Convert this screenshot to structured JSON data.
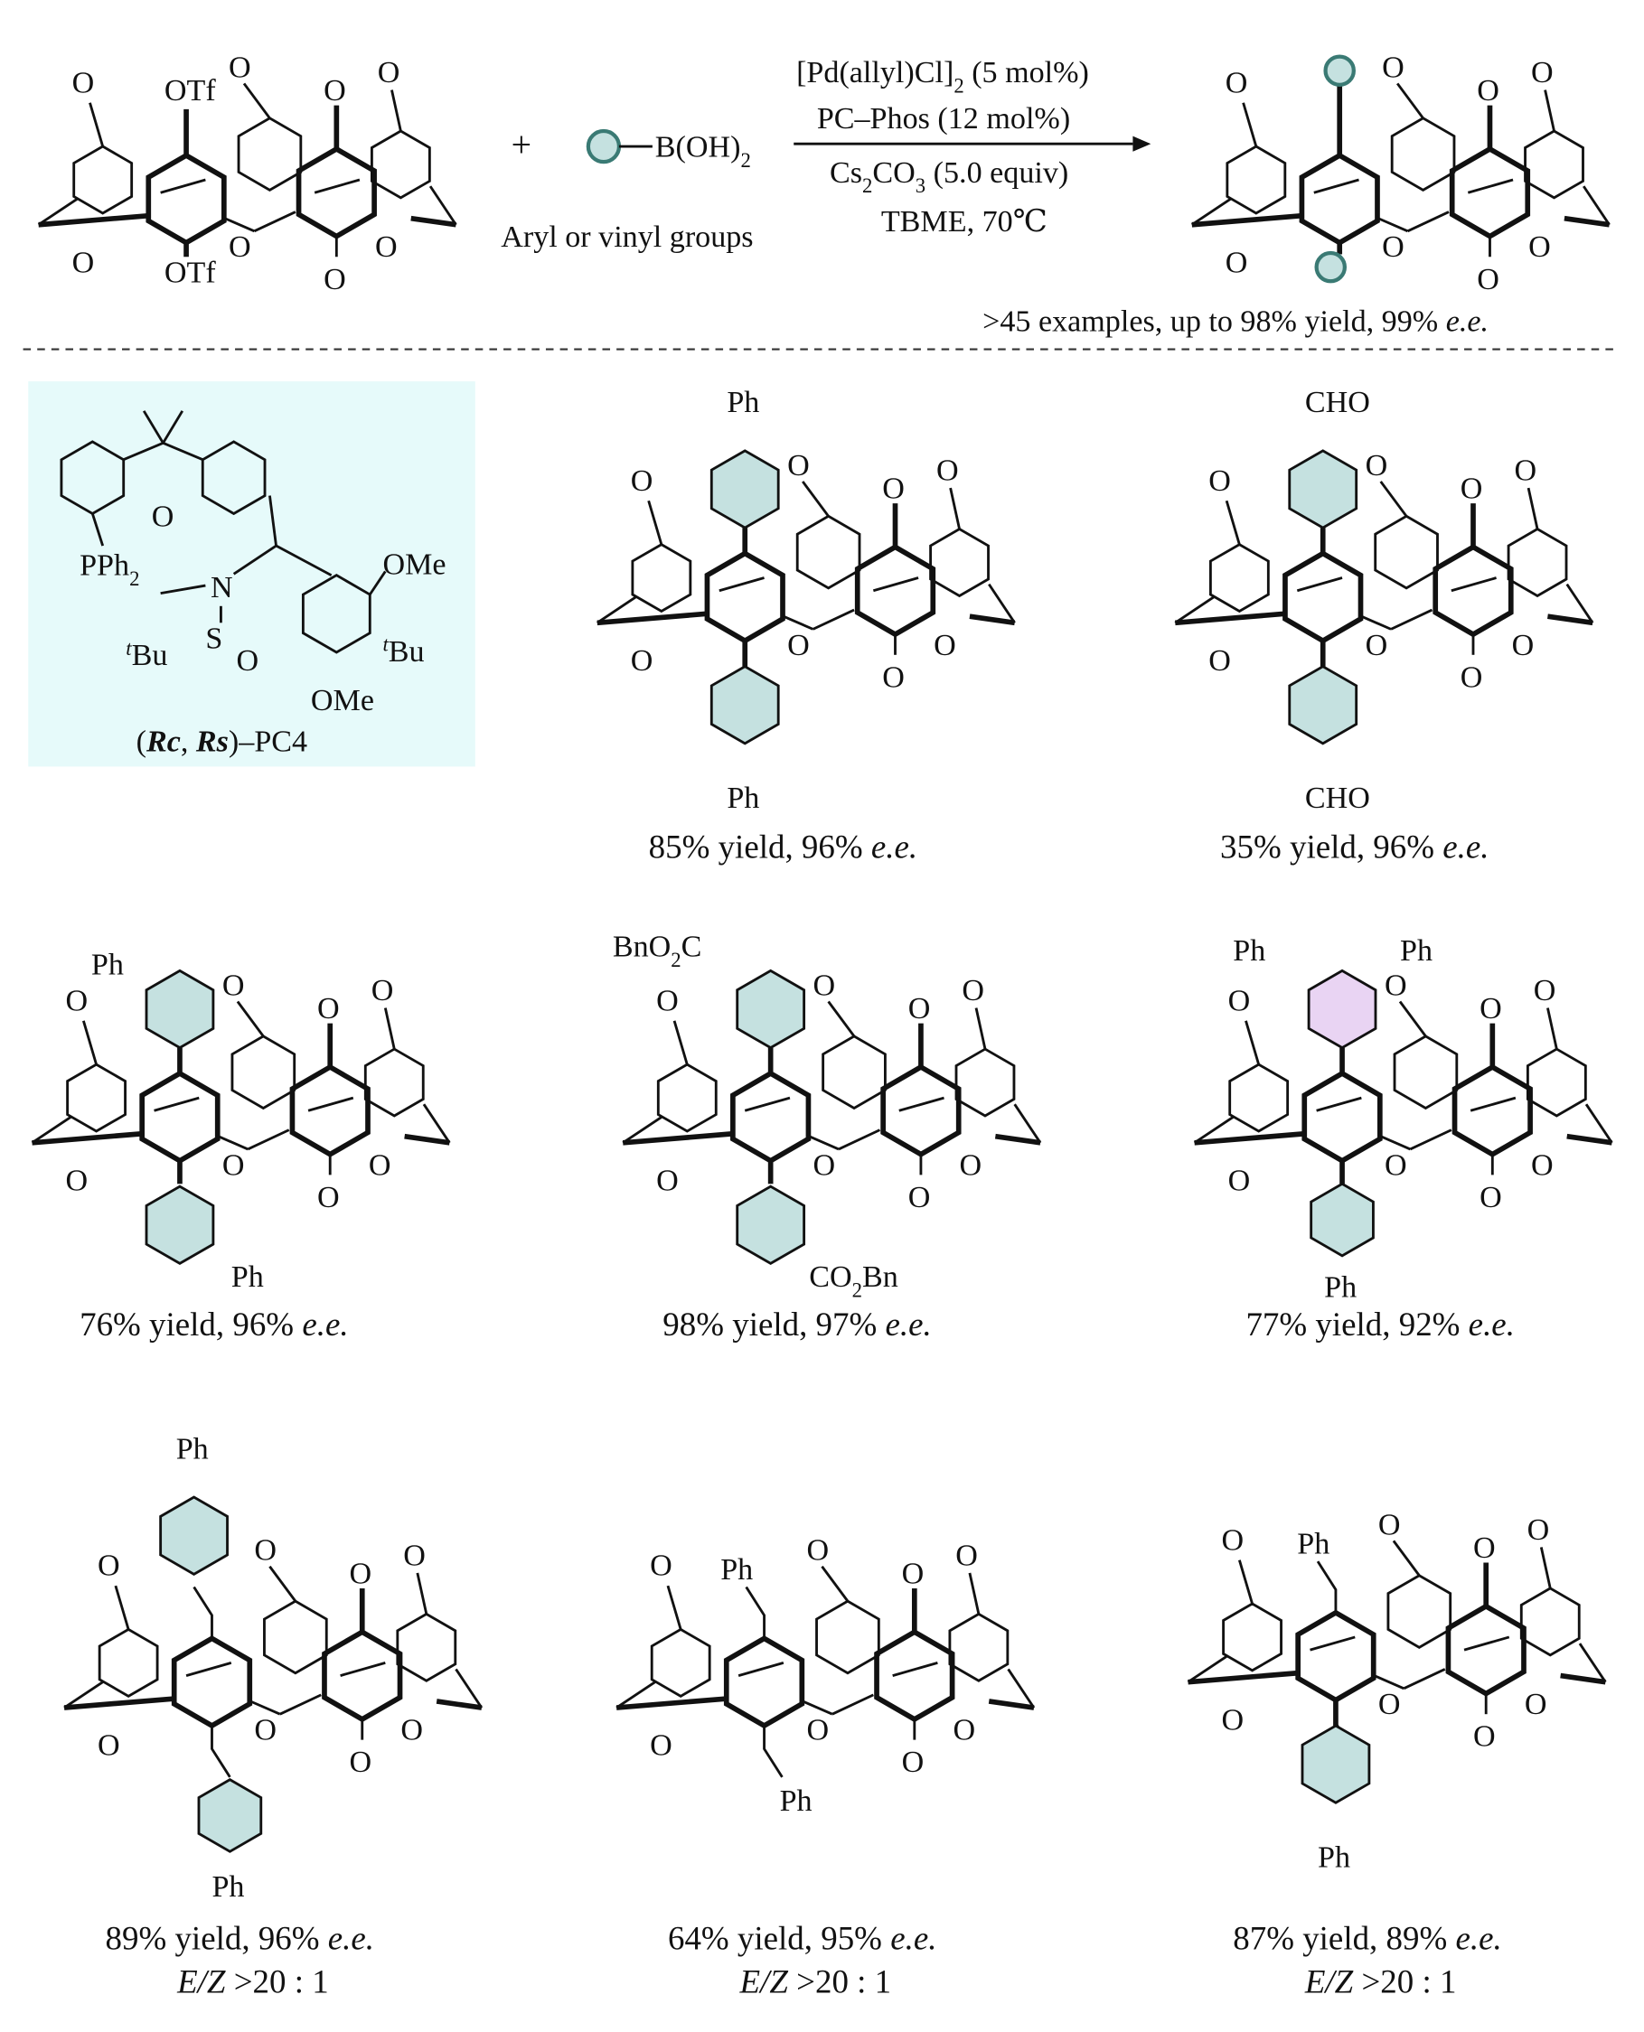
{
  "colors": {
    "core_ring": "#fbe3c0",
    "aryl_ring": "#c5e1e0",
    "terphenyl_ring": "#e9d4f3",
    "back_ring": "#efefef",
    "ligand_bg": "#e6fafa"
  },
  "common": {
    "methoxy": "O",
    "plus": "+"
  },
  "reaction": {
    "reactant_top": "OTf",
    "reactant_bottom": "OTf",
    "boronic": "B(OH)",
    "boronic_sub": "2",
    "reagent_note": "Aryl or vinyl groups",
    "cond1_a": "[Pd(allyl)Cl]",
    "cond1_sub": "2",
    "cond1_b": " (5 mol%)",
    "cond2": "PC–Phos (12 mol%)",
    "cond3_a": "Cs",
    "cond3_s1": "2",
    "cond3_b": "CO",
    "cond3_s2": "3",
    "cond3_c": " (5.0 equiv)",
    "cond4": "TBME, 70℃",
    "summary_a": ">45 examples, up to 98% yield, 99% ",
    "summary_b": "e.e."
  },
  "ligand": {
    "pph2": "PPh",
    "pph2_sub": "2",
    "n": "N",
    "s": "S",
    "o": "O",
    "tbu1": "Bu",
    "tbu2": "Bu",
    "t": "t",
    "ome1": "OMe",
    "ome2": "OMe",
    "xo": "O",
    "name_a": "(",
    "rc": "Rc",
    ", ": ", ",
    "rs": "Rs",
    "name_b": ")–PC4"
  },
  "examples": [
    {
      "top": "Ph",
      "bottom": "Ph",
      "yield": "85% yield, 96% ",
      "ee": "e.e."
    },
    {
      "top": "CHO",
      "bottom": "CHO",
      "yield": "35% yield, 96% ",
      "ee": "e.e."
    },
    {
      "top": "Ph",
      "bottom": "Ph",
      "yield": "76% yield, 96% ",
      "ee": "e.e."
    },
    {
      "top": "BnO",
      "top_sub": "2",
      "top_c": "C",
      "bottom": "CO",
      "bottom_sub": "2",
      "bottom_c": "Bn",
      "yield": "98% yield, 97% ",
      "ee": "e.e."
    },
    {
      "top": "Ph",
      "top2": "Ph",
      "bottom": "Ph",
      "yield": "77% yield, 92% ",
      "ee": "e.e."
    },
    {
      "top": "Ph",
      "bottom": "Ph",
      "yield": "89% yield, 96% ",
      "ee": "e.e.",
      "ez": "E/Z",
      "ratio": " >20 : 1"
    },
    {
      "top": "Ph",
      "bottom": "Ph",
      "yield": "64% yield, 95% ",
      "ee": "e.e.",
      "ez": "E/Z",
      "ratio": " >20 : 1"
    },
    {
      "top": "Ph",
      "bottom": "Ph",
      "yield": "87% yield, 89% ",
      "ee": "e.e.",
      "ez": "E/Z",
      "ratio": " >20 : 1"
    }
  ]
}
